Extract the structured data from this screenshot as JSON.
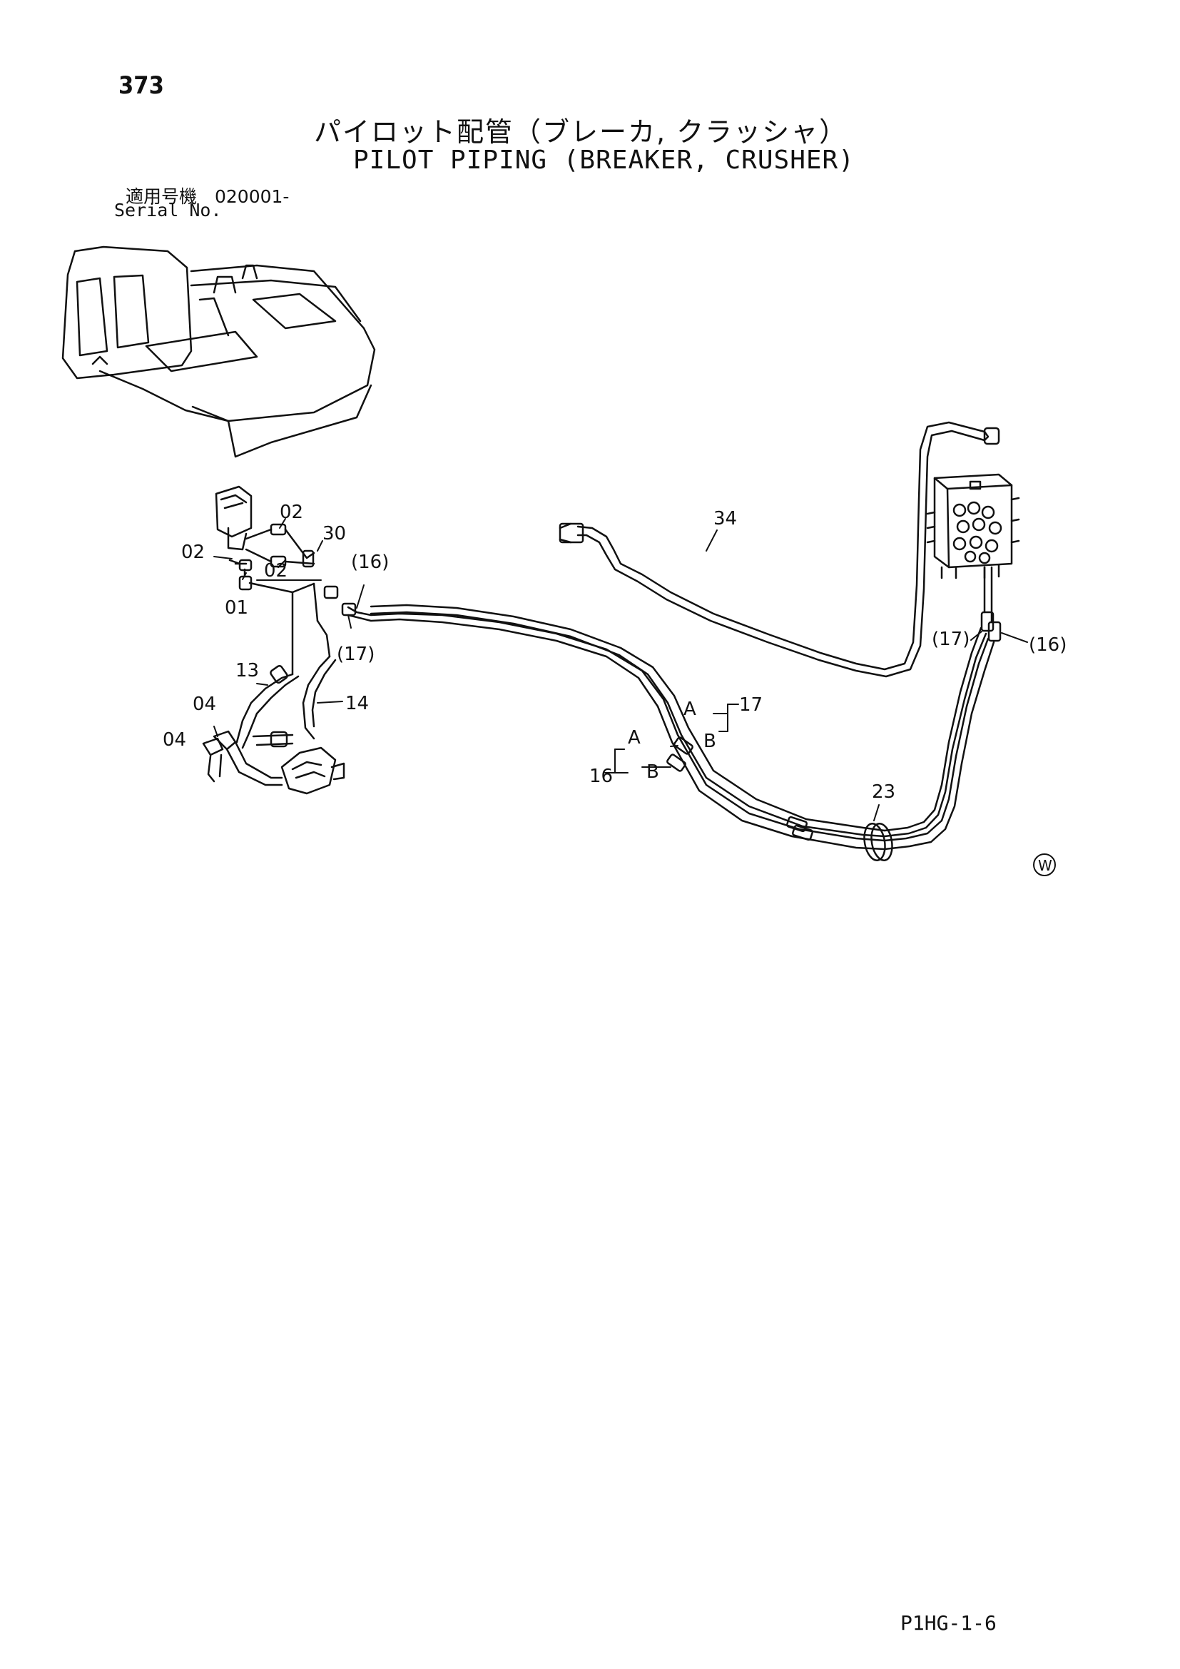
{
  "header": {
    "page_number": "373",
    "title_jp": "パイロット配管（ブレーカ, クラッシャ）",
    "title_en": "PILOT PIPING (BREAKER, CRUSHER)",
    "serial_jp": "適用号機　020001-",
    "serial_en": "Serial No."
  },
  "callouts": {
    "c02_top": "02",
    "c02_left": "02",
    "c02_mid": "02",
    "c30": "30",
    "c01": "01",
    "c16_left": "(16)",
    "c17_left": "(17)",
    "c13": "13",
    "c14": "14",
    "c04_top": "04",
    "c04_left": "04",
    "c34": "34",
    "c17_right": "(17)",
    "c16_right": "(16)",
    "cA_top": "A",
    "c17": "17",
    "cA_low": "A",
    "cB_top": "B",
    "c16": "16",
    "cB_low": "B",
    "c23": "23",
    "w_mark": "W"
  },
  "footer": {
    "code": "P1HG-1-6"
  }
}
